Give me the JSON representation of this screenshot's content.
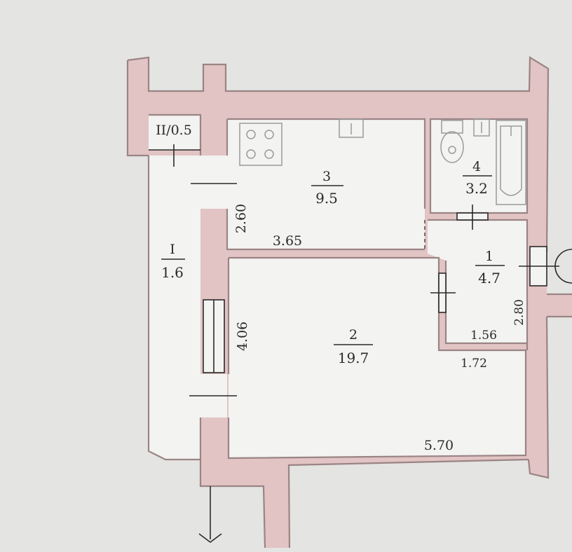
{
  "colors": {
    "wall": "#e2c4c4",
    "wall_stroke": "#9a8484",
    "floor": "#f3f3f1",
    "background": "#e4e4e2",
    "fixture": "#9a9a9a",
    "ink": "#2a2a2a"
  },
  "rooms": {
    "closet": {
      "label": "II/0.5"
    },
    "loggia": {
      "number": "I",
      "area": "1.6"
    },
    "kitchen": {
      "number": "3",
      "area": "9.5"
    },
    "bathroom": {
      "number": "4",
      "area": "3.2"
    },
    "hall": {
      "number": "1",
      "area": "4.7"
    },
    "living": {
      "number": "2",
      "area": "19.7"
    }
  },
  "dimensions": {
    "kitchen_height": "2.60",
    "kitchen_width": "3.65",
    "living_height": "4.06",
    "living_width": "5.70",
    "hall_width_inner": "1.56",
    "hall_width_outer": "1.72",
    "hall_height": "2.80"
  },
  "fixtures": [
    "stove-icon",
    "kitchen-sink-icon",
    "toilet-icon",
    "bathroom-sink-icon",
    "bathtub-icon"
  ]
}
